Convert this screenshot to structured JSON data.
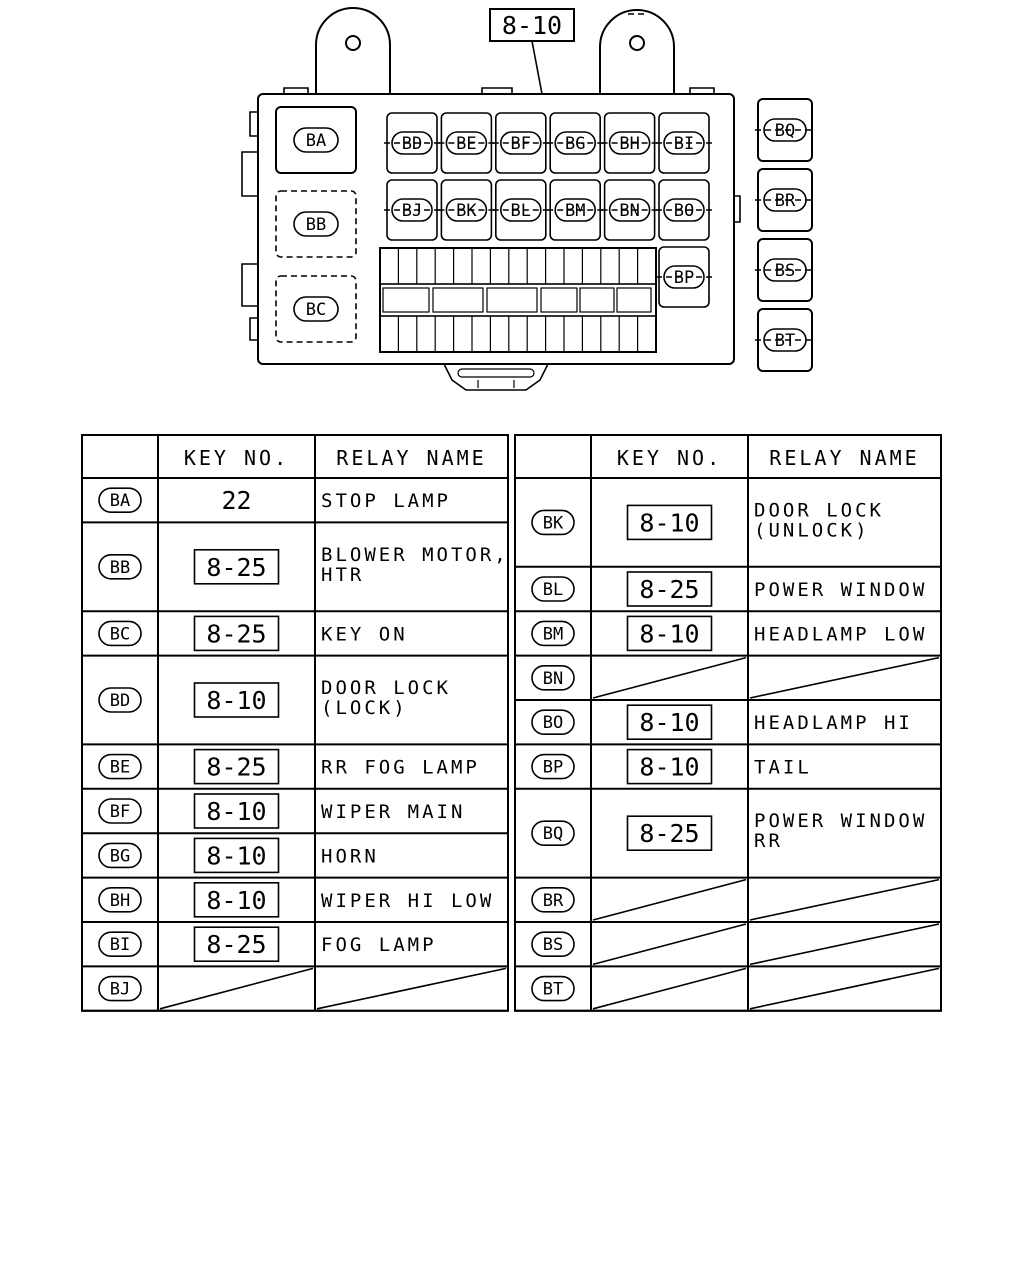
{
  "callout_key": "8-10",
  "block": {
    "large_relays": [
      "BA",
      "BB",
      "BC"
    ],
    "top_row": [
      "BD",
      "BE",
      "BF",
      "BG",
      "BH",
      "BI"
    ],
    "second_row": [
      "BJ",
      "BK",
      "BL",
      "BM",
      "BN",
      "BO"
    ],
    "side_relay": "BP",
    "external_relays": [
      "BQ",
      "BR",
      "BS",
      "BT"
    ]
  },
  "table": {
    "headers": {
      "key_no": "KEY NO.",
      "relay_name": "RELAY NAME"
    },
    "left": [
      {
        "code": "BA",
        "key": "22",
        "boxed": false,
        "name": [
          "STOP LAMP"
        ],
        "span": 1
      },
      {
        "code": "BB",
        "key": "8-25",
        "boxed": true,
        "name": [
          "BLOWER MOTOR,",
          "HTR"
        ],
        "span": 2
      },
      {
        "code": "BC",
        "key": "8-25",
        "boxed": true,
        "name": [
          "KEY ON"
        ],
        "span": 1
      },
      {
        "code": "BD",
        "key": "8-10",
        "boxed": true,
        "name": [
          "DOOR LOCK",
          "(LOCK)"
        ],
        "span": 2
      },
      {
        "code": "BE",
        "key": "8-25",
        "boxed": true,
        "name": [
          "RR FOG LAMP"
        ],
        "span": 1
      },
      {
        "code": "BF",
        "key": "8-10",
        "boxed": true,
        "name": [
          "WIPER MAIN"
        ],
        "span": 1
      },
      {
        "code": "BG",
        "key": "8-10",
        "boxed": true,
        "name": [
          "HORN"
        ],
        "span": 1
      },
      {
        "code": "BH",
        "key": "8-10",
        "boxed": true,
        "name": [
          "WIPER HI LOW"
        ],
        "span": 1
      },
      {
        "code": "BI",
        "key": "8-25",
        "boxed": true,
        "name": [
          "FOG LAMP"
        ],
        "span": 1
      },
      {
        "code": "BJ",
        "key": "",
        "boxed": false,
        "name": [],
        "span": 1
      }
    ],
    "right": [
      {
        "code": "BK",
        "key": "8-10",
        "boxed": true,
        "name": [
          "DOOR LOCK",
          "(UNLOCK)"
        ],
        "span": 2
      },
      {
        "code": "BL",
        "key": "8-25",
        "boxed": true,
        "name": [
          "POWER WINDOW"
        ],
        "span": 1
      },
      {
        "code": "BM",
        "key": "8-10",
        "boxed": true,
        "name": [
          "HEADLAMP LOW"
        ],
        "span": 1
      },
      {
        "code": "BN",
        "key": "",
        "boxed": false,
        "name": [],
        "span": 1
      },
      {
        "code": "BO",
        "key": "8-10",
        "boxed": true,
        "name": [
          "HEADLAMP HI"
        ],
        "span": 1
      },
      {
        "code": "BP",
        "key": "8-10",
        "boxed": true,
        "name": [
          "TAIL"
        ],
        "span": 1
      },
      {
        "code": "BQ",
        "key": "8-25",
        "boxed": true,
        "name": [
          "POWER WINDOW",
          "RR"
        ],
        "span": 2
      },
      {
        "code": "BR",
        "key": "",
        "boxed": false,
        "name": [],
        "span": 1
      },
      {
        "code": "BS",
        "key": "",
        "boxed": false,
        "name": [],
        "span": 1
      },
      {
        "code": "BT",
        "key": "",
        "boxed": false,
        "name": [],
        "span": 1
      }
    ]
  }
}
